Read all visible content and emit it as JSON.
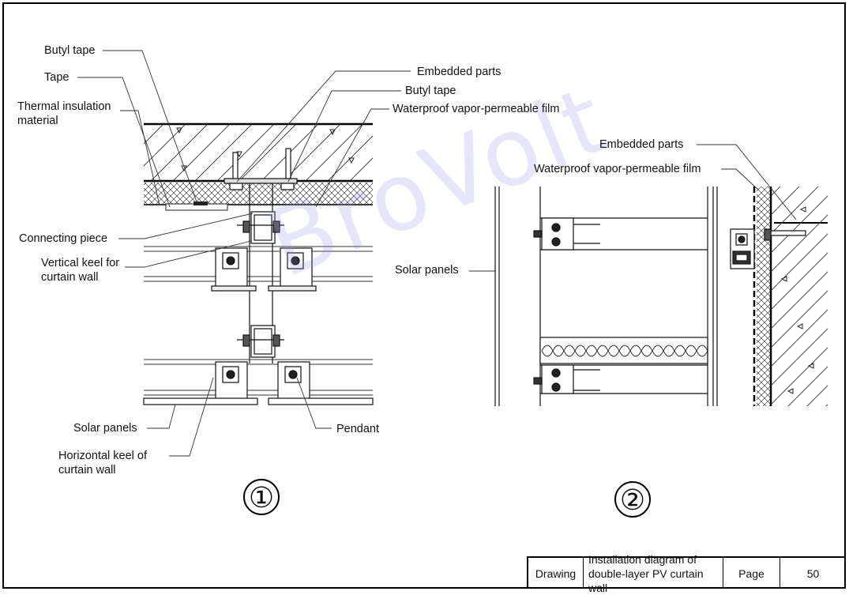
{
  "diagram1": {
    "labels": {
      "butyl_tape_1": "Butyl tape",
      "tape": "Tape",
      "thermal_insulation": "Thermal insulation material",
      "embedded_parts_1": "Embedded parts",
      "butyl_tape_2": "Butyl tape",
      "waterproof_film_1": "Waterproof vapor-permeable film",
      "connecting_piece": "Connecting piece",
      "vertical_keel": "Vertical keel for curtain wall",
      "solar_panels_1": "Solar panels",
      "horizontal_keel": "Horizontal keel of curtain wall",
      "pendant": "Pendant"
    },
    "number": "①"
  },
  "diagram2": {
    "labels": {
      "embedded_parts_2": "Embedded parts",
      "waterproof_film_2": "Waterproof vapor-permeable film",
      "solar_panels_2": "Solar panels"
    },
    "number": "②"
  },
  "watermark": "BroVolt",
  "title_block": {
    "drawing_label": "Drawing",
    "title": "Installation diagram of double-layer PV curtain wall",
    "page_label": "Page",
    "page_number": "50"
  },
  "colors": {
    "line": "#111111",
    "watermark": "#8c8ceb"
  }
}
